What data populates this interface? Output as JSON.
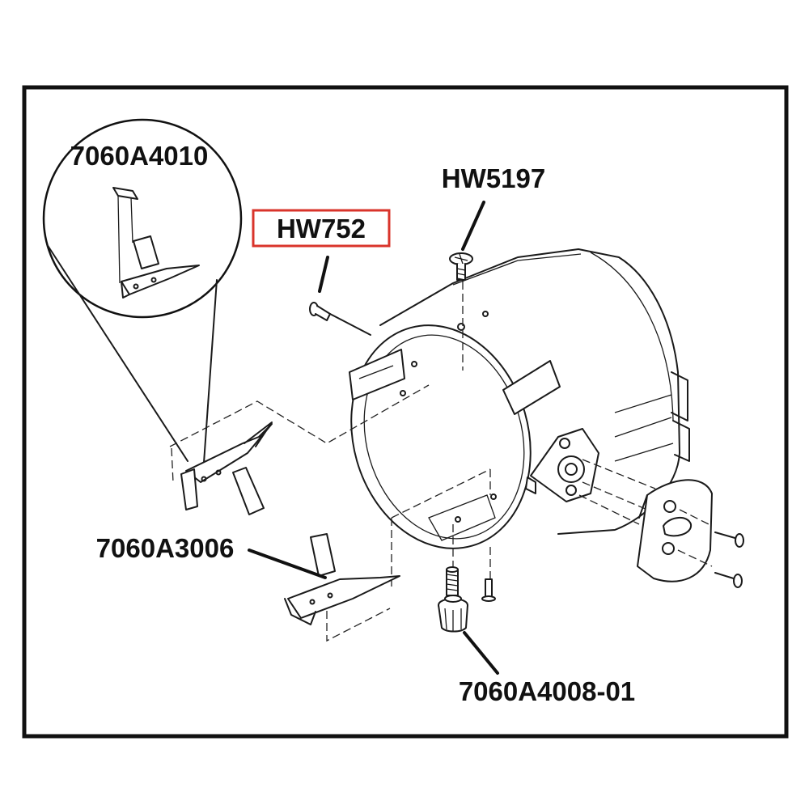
{
  "labels": {
    "detail_part": "7060A4010",
    "screw_top": "HW5197",
    "highlighted_part": "HW752",
    "bracket": "7060A3006",
    "knob": "7060A4008-01"
  },
  "highlight_color": "#d9342b"
}
